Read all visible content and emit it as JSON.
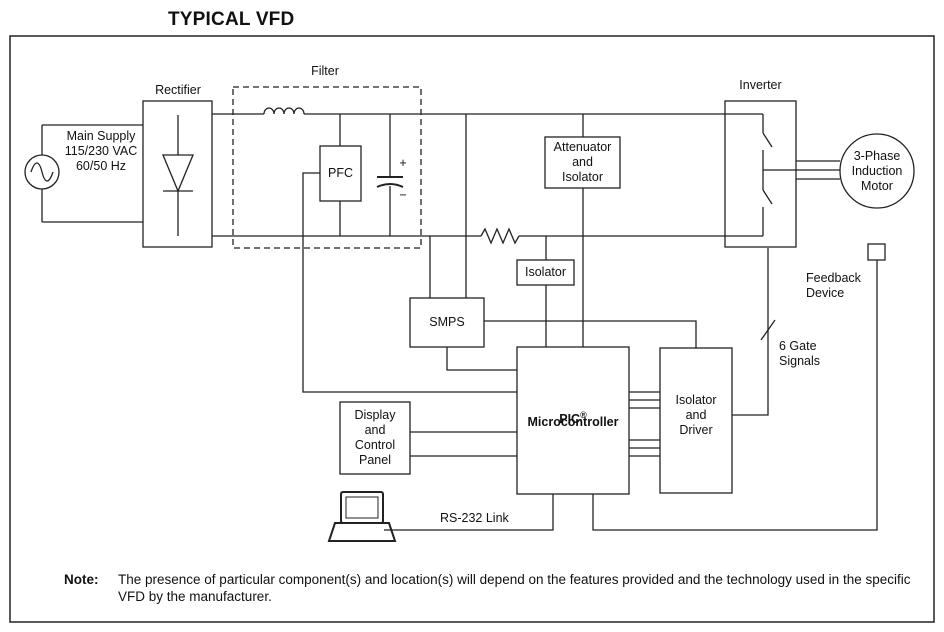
{
  "title": "TYPICAL VFD",
  "blocks": {
    "rectifier": "Rectifier",
    "filter": "Filter",
    "pfc": "PFC",
    "main_supply": "Main Supply\n115/230 VAC\n60/50 Hz",
    "attenuator": "Attenuator\nand\nIsolator",
    "inverter": "Inverter",
    "motor": "3-Phase\nInduction\nMotor",
    "isolator": "Isolator",
    "feedback": "Feedback\nDevice",
    "smps": "SMPS",
    "gate_signals": "6 Gate\nSignals",
    "pic": "PIC",
    "pic_mark": "®",
    "microcontroller": "Microcontroller",
    "isolator_driver": "Isolator\nand\nDriver",
    "display_panel": "Display\nand\nControl\nPanel",
    "rs232": "RS-232 Link",
    "cap_plus": "+",
    "cap_minus": "−"
  },
  "note": {
    "label": "Note:",
    "text": "The presence of particular component(s) and location(s) will depend on the features provided and the technology used in the specific VFD by the manufacturer."
  }
}
